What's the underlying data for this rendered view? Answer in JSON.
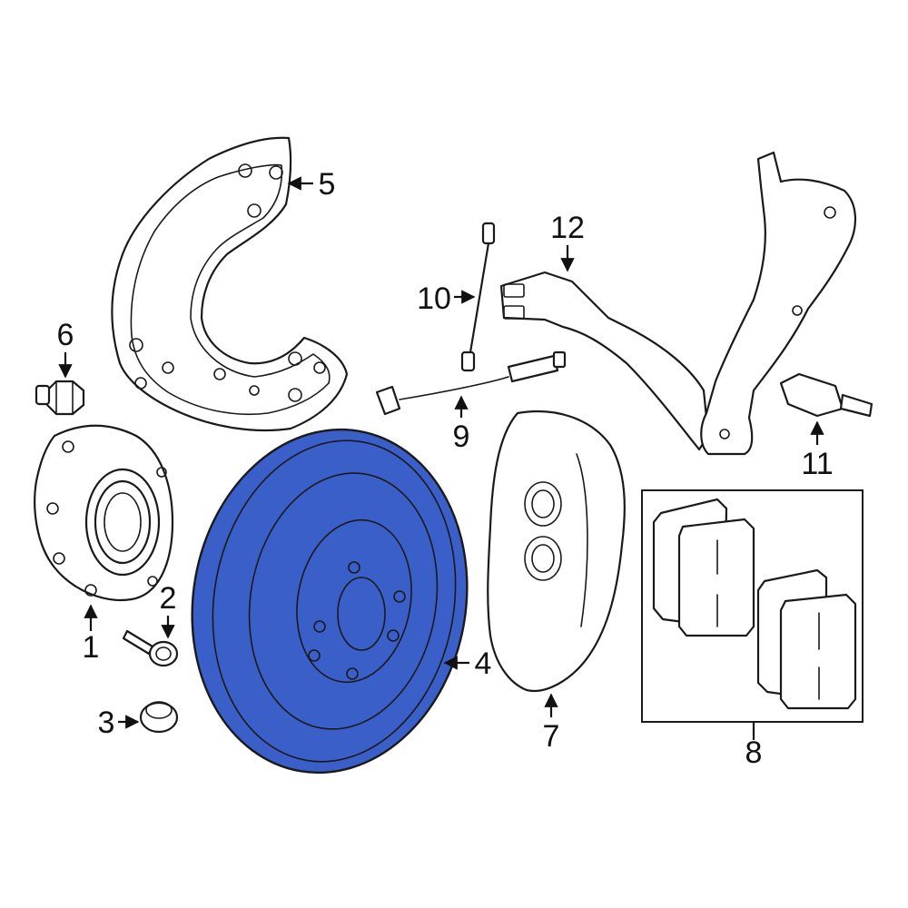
{
  "colors": {
    "highlight": "#3b5fc8",
    "outline": "#1a1a1a",
    "background": "#ffffff"
  },
  "callouts": [
    {
      "id": "1",
      "label": "1"
    },
    {
      "id": "2",
      "label": "2"
    },
    {
      "id": "3",
      "label": "3"
    },
    {
      "id": "4",
      "label": "4"
    },
    {
      "id": "5",
      "label": "5"
    },
    {
      "id": "6",
      "label": "6"
    },
    {
      "id": "7",
      "label": "7"
    },
    {
      "id": "8",
      "label": "8"
    },
    {
      "id": "9",
      "label": "9"
    },
    {
      "id": "10",
      "label": "10"
    },
    {
      "id": "11",
      "label": "11"
    },
    {
      "id": "12",
      "label": "12"
    }
  ],
  "highlighted_part": "4"
}
